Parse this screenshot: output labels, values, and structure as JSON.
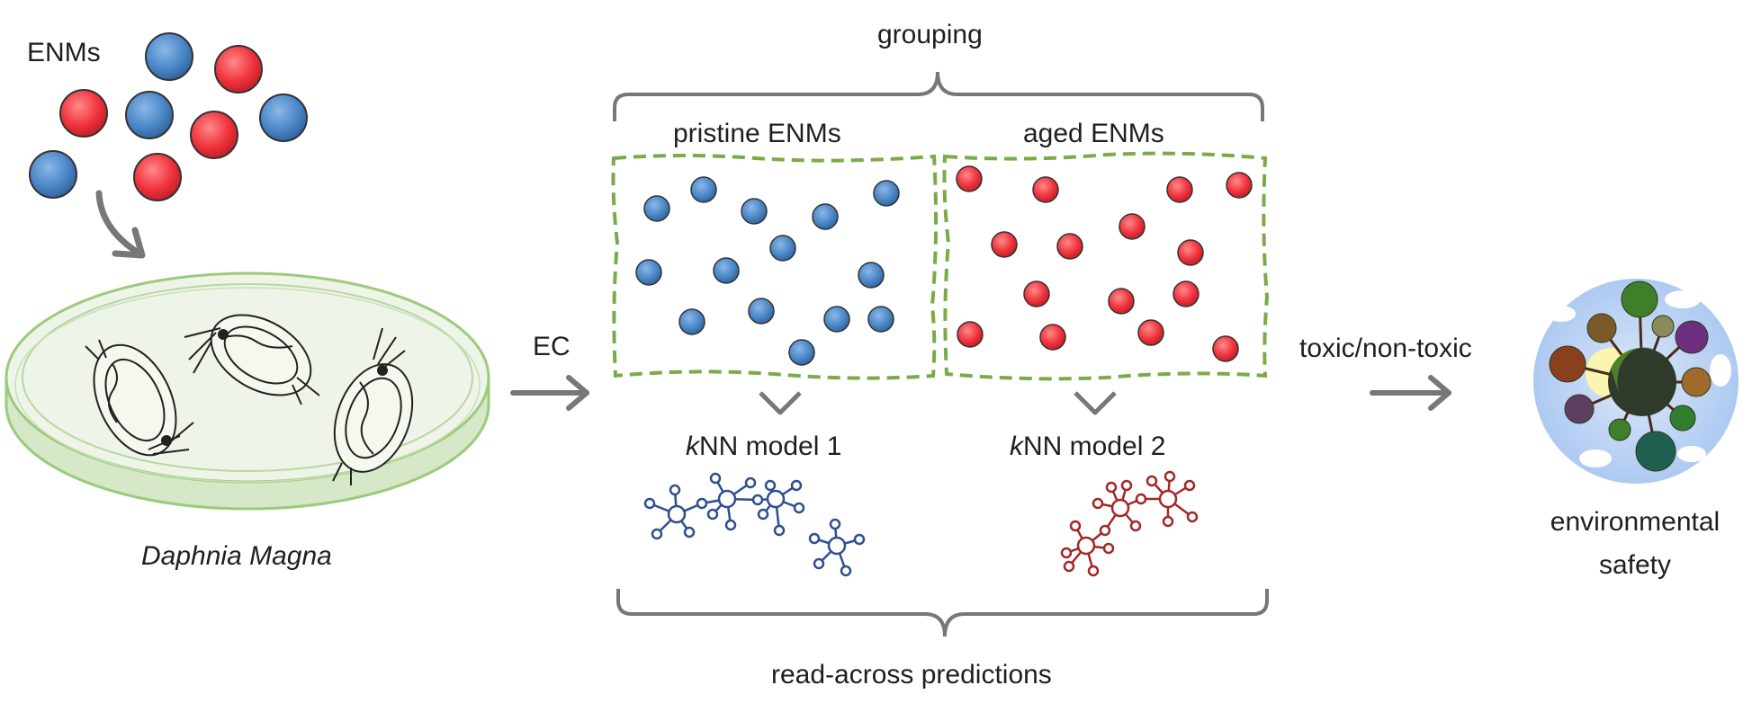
{
  "labels": {
    "enms": "ENMs",
    "daphnia": "Daphnia Magna",
    "ec": "EC",
    "grouping": "grouping",
    "pristine": "pristine ENMs",
    "aged": "aged ENMs",
    "knn1_italic": "k",
    "knn1_rest": "NN model 1",
    "knn2_italic": "k",
    "knn2_rest": "NN model 2",
    "readacross": "read-across predictions",
    "toxic": "toxic/non-toxic",
    "env_line1": "environmental",
    "env_line2": "safety"
  },
  "colors": {
    "blue": "#4a86c6",
    "red": "#f0323c",
    "green_dash": "#7aab48",
    "arrow_gray": "#777777",
    "net_blue": "#2f4f8f",
    "net_red": "#a02828"
  }
}
